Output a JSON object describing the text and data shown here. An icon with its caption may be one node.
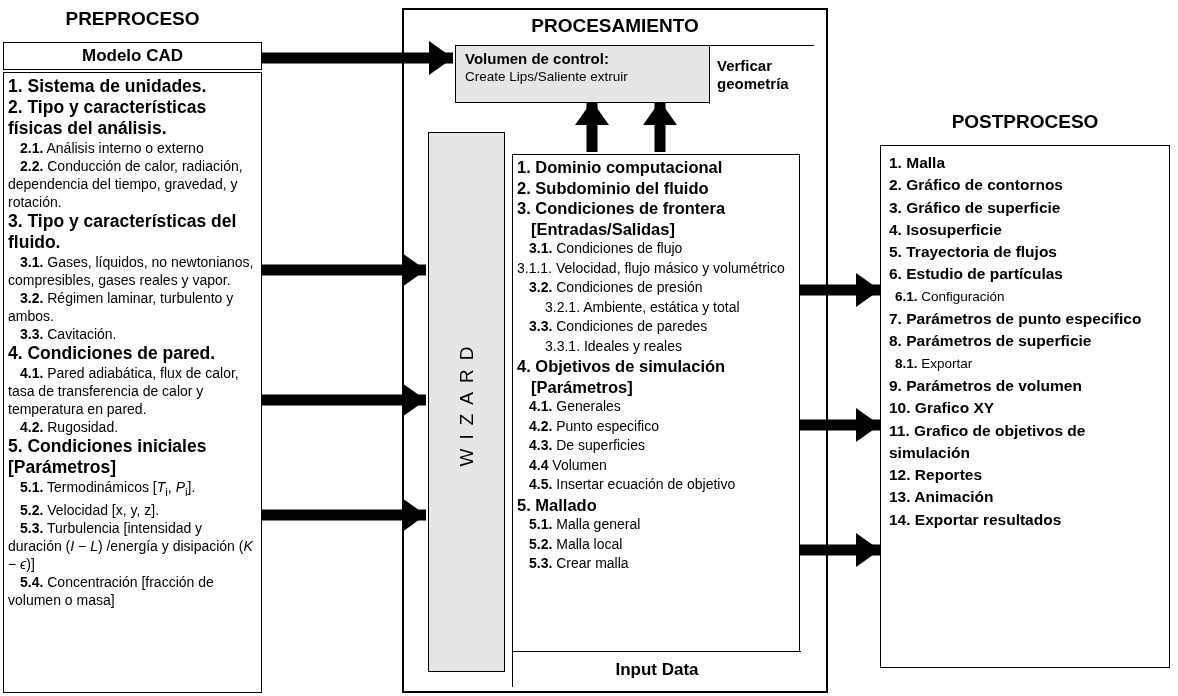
{
  "diagram": {
    "nodes": [
      {
        "text": [
          "PREPROCESO",
          "Modelo CAD"
        ]
      },
      {
        "text": [
          "1. Sistema de unidades.",
          "2. Tipo y características físicas del análisis.",
          "**2.1.** Análisis interno o externo",
          "**2.2.** Conducción de calor, radiación, dependencia del tiempo, gravedad, y rotación.",
          "3. Tipo y características del fluido.",
          "**3.1.** Gases, líquidos, no newtonianos, compresibles, gases reales y vapor.",
          "**3.2.** Régimen laminar, turbulento y ambos.",
          "**3.3.** Cavitación.",
          "4. Condiciones de pared.",
          "**4.1.** Pared adiabática, flux de calor, tasa de transferencia de calor y temperatura en pared.",
          "**4.2.** Rugosidad.",
          "5. Condiciones iniciales [Parámetros]",
          "**5.1.** Termodinámicos [*T*$_{i}$, *P*$_{i}$].",
          "**5.2.** Velocidad [x, y, z].",
          "**5.3.** Turbulencia [intensidad y duración (*I* − *L*) /energía y disipación (*K* − *ϵ*)]",
          "**5.4.** Concentración [fracción de volumen o masa]"
        ]
      },
      {
        "text": [
          "PROCESAMIENTO"
        ]
      },
      {
        "text": [
          "Volumen de control:",
          "Create Lips/Saliente extruir"
        ],
        "in": 2
      },
      {
        "text": [
          "Verficar geometría"
        ],
        "in": 3
      },
      {
        "text": [
          "WIZARD"
        ],
        "in": 2
      },
      {
        "text": [
          "1. Dominio computacional",
          "2. Subdominio del fluido",
          "3. Condiciones de frontera [Entradas/Salidas]",
          "**3.1.** Condiciones de flujo",
          "3.1.1. Velocidad, flujo másico y volumétrico",
          "**3.2.** Condiciones de presión",
          "3.2.1. Ambiente, estática y total",
          "**3.3.** Condiciones de paredes",
          "3.3.1. Ideales y reales",
          "4. Objetivos de simulación [Parámetros]",
          "**4.1.** Generales",
          "**4.2.** Punto especifico",
          "**4.3.** De superficies",
          "**4.4** Volumen",
          "**4.5.** Insertar ecuación de objetivo",
          "5. Mallado",
          "**5.1.** Malla general",
          "**5.2.** Malla local",
          "**5.3.** Crear malla"
        ],
        "in": 2
      },
      {
        "text": [
          "Input Data"
        ],
        "in": 6
      },
      {
        "text": [
          "POSTPROCESO",
          "1. Malla",
          "2. Gráfico de contornos",
          "3. Gráfico de superficie",
          "4. Isosuperficie",
          "5. Trayectoria de flujos",
          "6. Estudio de partículas",
          "**6.1.** Configuración",
          "7. Parámetros de punto especifico",
          "8. Parámetros de superficie",
          "**8.1.** Exportar",
          "9. Parámetros de volumen",
          "10. Grafico XY",
          "11. Grafico de objetivos de simulación",
          "12. Reportes",
          "13. Animación",
          "14. Exportar resultados"
        ]
      }
    ],
    "edges": [
      {
        "from": 0,
        "to": 3,
        "arrow": "to"
      },
      {
        "from": 1,
        "to": 5,
        "arrow": "to"
      },
      {
        "from": 1,
        "to": 5,
        "arrow": "to"
      },
      {
        "from": 1,
        "to": 5,
        "arrow": "to"
      },
      {
        "from": 6,
        "to": 3,
        "arrow": "to"
      },
      {
        "from": 6,
        "to": 3,
        "arrow": "to"
      },
      {
        "from": 6,
        "to": 8,
        "arrow": "to"
      },
      {
        "from": 6,
        "to": 8,
        "arrow": "to"
      },
      {
        "from": 6,
        "to": 8,
        "arrow": "to"
      }
    ]
  }
}
